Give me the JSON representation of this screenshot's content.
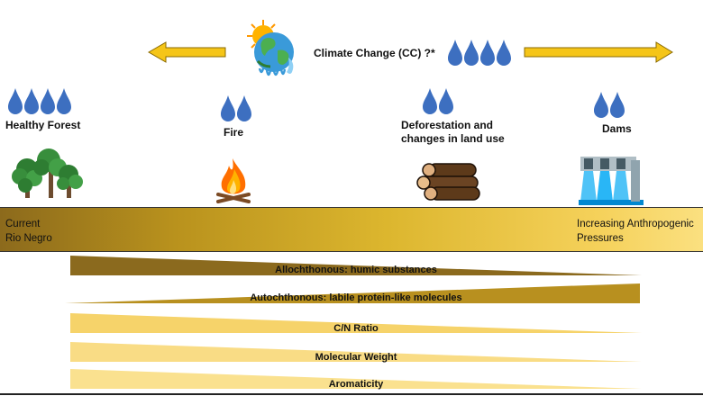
{
  "top": {
    "climate_label": "Climate Change (CC) ?*"
  },
  "stages": [
    {
      "label": "Healthy Forest",
      "drops": 4
    },
    {
      "label": "Fire",
      "drops": 2
    },
    {
      "label": "Deforestation and\nchanges in land use",
      "drops": 2
    },
    {
      "label": "Dams",
      "drops": 2
    }
  ],
  "band": {
    "left_label": "Current\nRio Negro",
    "right_label": "Increasing Anthropogenic\nPressures"
  },
  "wedges": [
    {
      "label": "Allochthonous: humic substances",
      "direction": "decreasing",
      "color": "#8b6a1e"
    },
    {
      "label": "Autochthonous: labile protein-like molecules",
      "direction": "increasing",
      "color": "#b8901f"
    },
    {
      "label": "C/N Ratio",
      "direction": "decreasing",
      "color": "#f6d36a"
    },
    {
      "label": "Molecular Weight",
      "direction": "decreasing",
      "color": "#f9dc85"
    },
    {
      "label": "Aromaticity",
      "direction": "decreasing",
      "color": "#fae18f"
    }
  ],
  "colors": {
    "drop": "#3d6fc0",
    "arrow": "#f5c518",
    "arrow_stroke": "#8a6a00"
  }
}
